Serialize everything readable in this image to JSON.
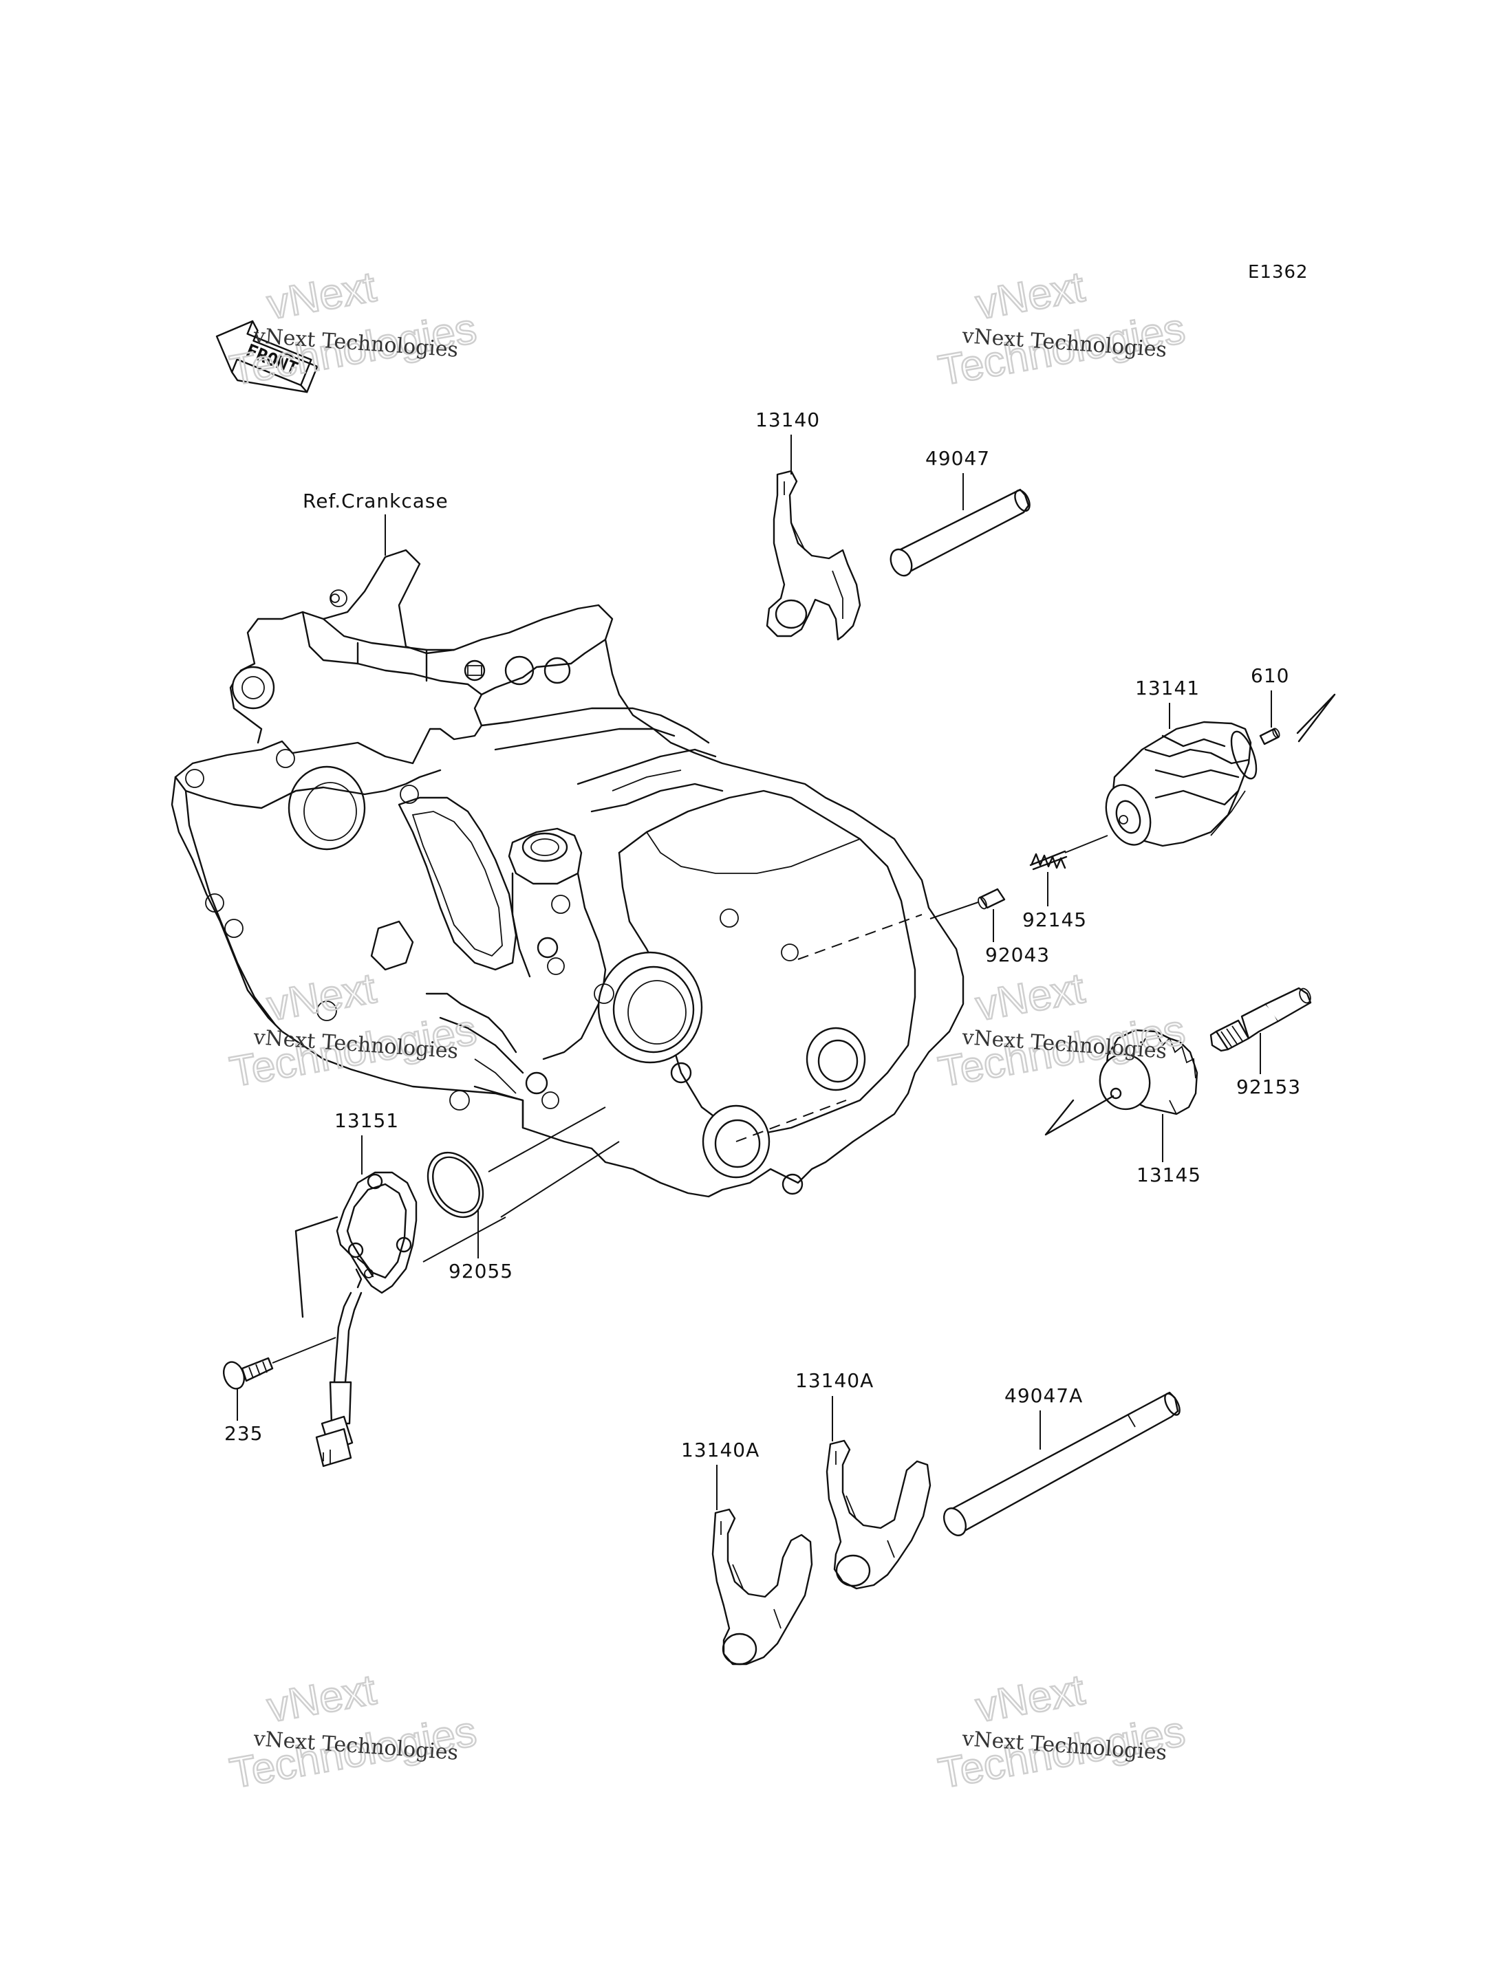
{
  "diagram_code": "E1362",
  "front_indicator": "FRONT",
  "reference_label": "Ref.Crankcase",
  "watermark": {
    "line1": "vNext Technologies",
    "line2": "vNext",
    "line3": "Technologies"
  },
  "part_labels": {
    "p13140": "13140",
    "p49047": "49047",
    "p13141": "13141",
    "p610": "610",
    "p92145": "92145",
    "p92043": "92043",
    "p92153": "92153",
    "p13145": "13145",
    "p13151": "13151",
    "p92055": "92055",
    "p235": "235",
    "p13140A_right": "13140A",
    "p13140A_left": "13140A",
    "p49047A": "49047A"
  }
}
